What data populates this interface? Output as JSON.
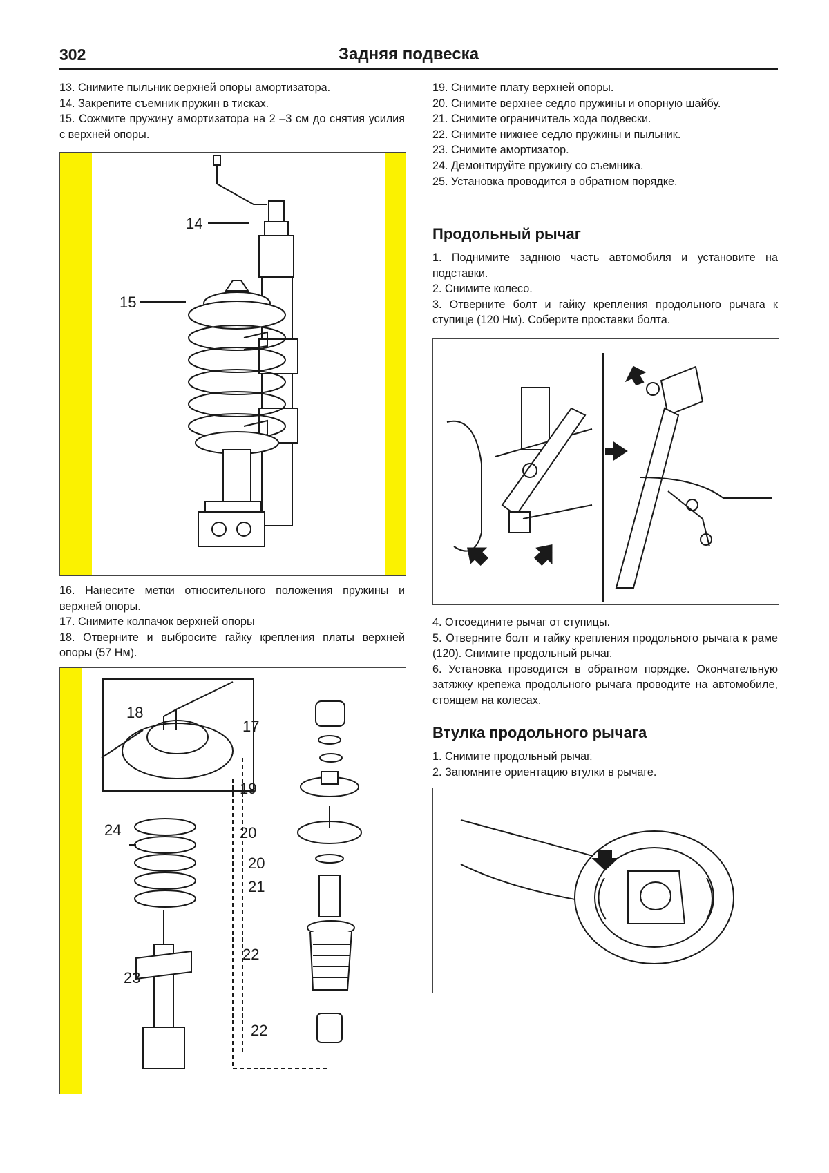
{
  "header": {
    "page_number": "302",
    "title": "Задняя подвеска"
  },
  "left_top": [
    "13. Снимите пыльник верхней опоры амортизатора.",
    "14. Закрепите съемник пружин в тисках.",
    "15. Сожмите пружину амортизатора на 2 –3 см до снятия усилия с верхней опоры."
  ],
  "fig1": {
    "labels": [
      "14",
      "15"
    ]
  },
  "left_mid": [
    "16. Нанесите метки относительного положения пружины и верхней опоры.",
    "17. Снимите колпачок верхней опоры",
    "18. Отверните и выбросите гайку крепления платы верхней опоры (57 Нм)."
  ],
  "fig2": {
    "labels": [
      "18",
      "17",
      "19",
      "24",
      "20",
      "20",
      "21",
      "22",
      "23",
      "22"
    ]
  },
  "right_top": [
    "19. Снимите плату верхней опоры.",
    "20. Снимите верхнее седло пружины и опорную шайбу.",
    "21. Снимите ограничитель хода подвески.",
    "22. Снимите нижнее седло пружины и пыльник.",
    "23. Снимите амортизатор.",
    "24. Демонтируйте пружину со съемника.",
    "25. Установка проводится в обратном порядке."
  ],
  "section_arm": {
    "heading": "Продольный рычаг",
    "steps": [
      "1. Поднимите заднюю часть автомобиля и установите на подставки.",
      "2. Снимите колесо.",
      "3. Отверните болт и гайку крепления продольного рычага к ступице (120 Нм). Соберите проставки болта."
    ],
    "steps_after": [
      "4. Отсоедините рычаг от ступицы.",
      "5. Отверните болт и гайку крепления продольного рычага к раме (120). Снимите продольный рычаг.",
      "6. Установка проводится в обратном порядке. Окончательную затяжку крепежа продольного рычага проводите на автомобиле, стоящем на колесах."
    ]
  },
  "section_bushing": {
    "heading": "Втулка продольного рычага",
    "steps": [
      "1. Снимите продольный рычаг.",
      "2. Запомните ориентацию втулки в рычаге."
    ]
  }
}
